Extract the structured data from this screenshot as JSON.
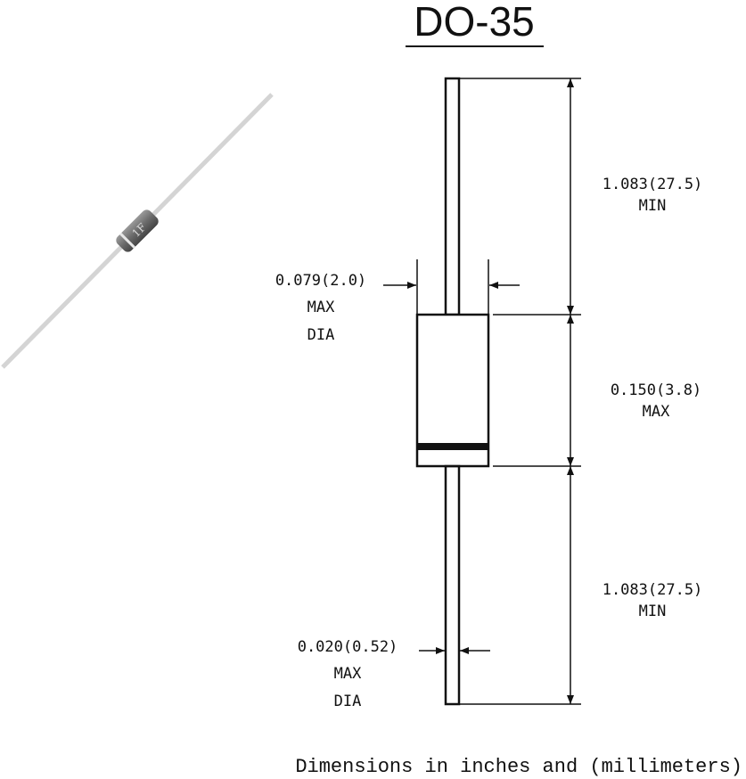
{
  "title": "DO-35",
  "photo_marking": "1F",
  "dimensions": {
    "lead_length_top": {
      "value": "1.083(27.5)",
      "note": "MIN"
    },
    "body_diameter": {
      "value": "0.079(2.0)",
      "note1": "MAX",
      "note2": "DIA"
    },
    "body_length": {
      "value": "0.150(3.8)",
      "note": "MAX"
    },
    "lead_length_bottom": {
      "value": "1.083(27.5)",
      "note": "MIN"
    },
    "lead_diameter": {
      "value": "0.020(0.52)",
      "note1": "MAX",
      "note2": "DIA"
    }
  },
  "caption": "Dimensions in inches and (millimeters)"
}
